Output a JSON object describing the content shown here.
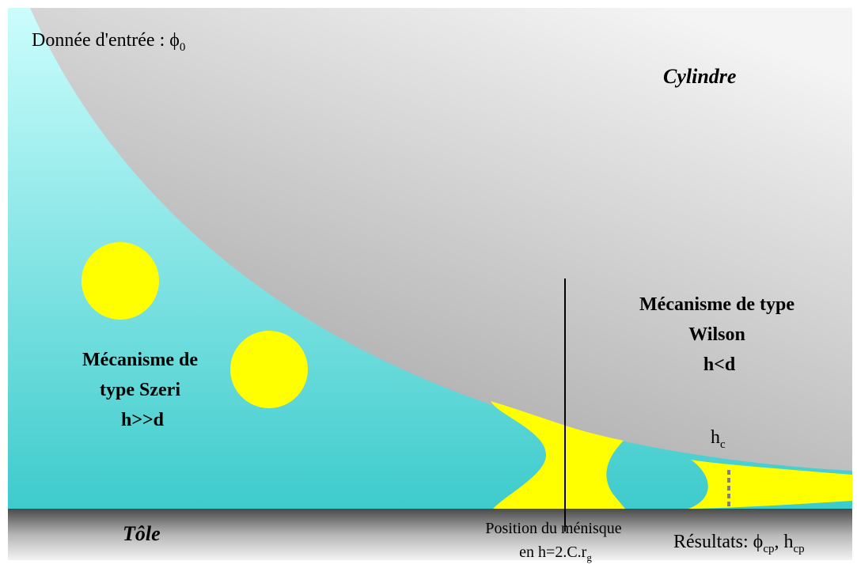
{
  "input_label": "Donnée d'entrée : ϕ",
  "input_sub": "0",
  "cylinder_label": "Cylindre",
  "plate_label": "Tôle",
  "szeri": {
    "line1": "Mécanisme de",
    "line2": "type Szeri",
    "line3": "h>>d"
  },
  "wilson": {
    "line1": "Mécanisme de type",
    "line2": "Wilson",
    "line3": "h<d"
  },
  "hc_label": "h",
  "hc_sub": "c",
  "meniscus": {
    "line1": "Position du ménisque",
    "line2_prefix": "en h=2.C.r",
    "line2_sub": "g"
  },
  "results": {
    "prefix": "Résultats: ",
    "phi": "ϕ",
    "phi_sub": "cp",
    "sep": ", h",
    "h_sub": "cp"
  },
  "colors": {
    "cylinder_light": "#f4f4f4",
    "cylinder_dark": "#a9a9a9",
    "fluid_top": "#ccfdfd",
    "fluid_bottom": "#3ecbcc",
    "particle": "#ffff00",
    "plate_top": "#b5b5b5",
    "plate_dark": "#4a4a4a",
    "plate_light": "#f3f3f3"
  }
}
